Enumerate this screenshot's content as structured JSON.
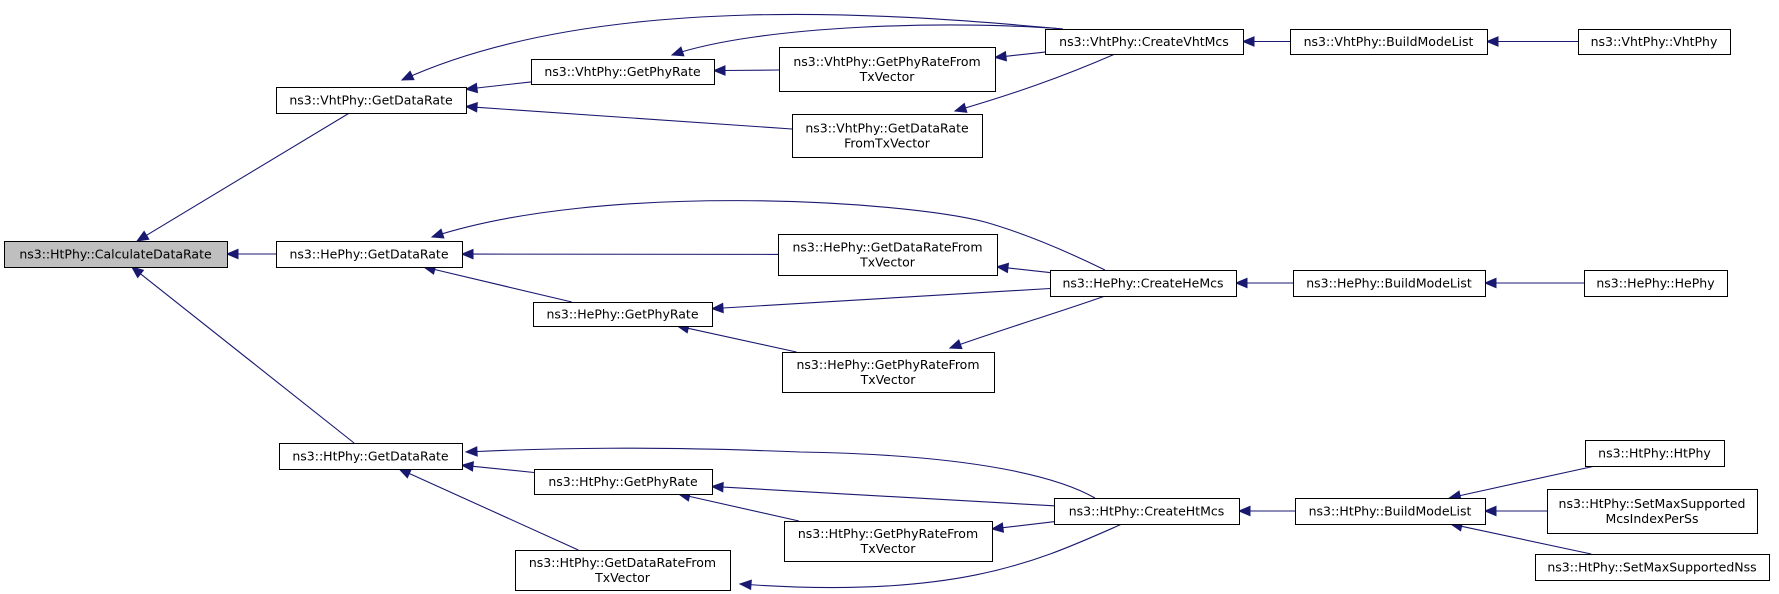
{
  "graph": {
    "nodes": [
      {
        "id": "calc",
        "lines": [
          "ns3::HtPhy::CalculateDataRate"
        ],
        "root": true
      },
      {
        "id": "vht_gdr",
        "lines": [
          "ns3::VhtPhy::GetDataRate"
        ]
      },
      {
        "id": "he_gdr",
        "lines": [
          "ns3::HePhy::GetDataRate"
        ]
      },
      {
        "id": "ht_gdr",
        "lines": [
          "ns3::HtPhy::GetDataRate"
        ]
      },
      {
        "id": "vht_gpr",
        "lines": [
          "ns3::VhtPhy::GetPhyRate"
        ]
      },
      {
        "id": "vht_gprtx",
        "lines": [
          "ns3::VhtPhy::GetPhyRateFrom",
          "TxVector"
        ]
      },
      {
        "id": "vht_gdrtx",
        "lines": [
          "ns3::VhtPhy::GetDataRate",
          "FromTxVector"
        ]
      },
      {
        "id": "vht_create",
        "lines": [
          "ns3::VhtPhy::CreateVhtMcs"
        ]
      },
      {
        "id": "vht_build",
        "lines": [
          "ns3::VhtPhy::BuildModeList"
        ]
      },
      {
        "id": "vht_ctor",
        "lines": [
          "ns3::VhtPhy::VhtPhy"
        ]
      },
      {
        "id": "he_gdrtx",
        "lines": [
          "ns3::HePhy::GetDataRateFrom",
          "TxVector"
        ]
      },
      {
        "id": "he_gpr",
        "lines": [
          "ns3::HePhy::GetPhyRate"
        ]
      },
      {
        "id": "he_gprtx",
        "lines": [
          "ns3::HePhy::GetPhyRateFrom",
          "TxVector"
        ]
      },
      {
        "id": "he_create",
        "lines": [
          "ns3::HePhy::CreateHeMcs"
        ]
      },
      {
        "id": "he_build",
        "lines": [
          "ns3::HePhy::BuildModeList"
        ]
      },
      {
        "id": "he_ctor",
        "lines": [
          "ns3::HePhy::HePhy"
        ]
      },
      {
        "id": "ht_gpr",
        "lines": [
          "ns3::HtPhy::GetPhyRate"
        ]
      },
      {
        "id": "ht_gprtx",
        "lines": [
          "ns3::HtPhy::GetPhyRateFrom",
          "TxVector"
        ]
      },
      {
        "id": "ht_gdrtx",
        "lines": [
          "ns3::HtPhy::GetDataRateFrom",
          "TxVector"
        ]
      },
      {
        "id": "ht_create",
        "lines": [
          "ns3::HtPhy::CreateHtMcs"
        ]
      },
      {
        "id": "ht_build",
        "lines": [
          "ns3::HtPhy::BuildModeList"
        ]
      },
      {
        "id": "ht_ctor",
        "lines": [
          "ns3::HtPhy::HtPhy"
        ]
      },
      {
        "id": "ht_setmcs",
        "lines": [
          "ns3::HtPhy::SetMaxSupported",
          "McsIndexPerSs"
        ]
      },
      {
        "id": "ht_setnss",
        "lines": [
          "ns3::HtPhy::SetMaxSupportedNss"
        ]
      }
    ],
    "edges": [
      {
        "from": "vht_gdr",
        "to": "calc"
      },
      {
        "from": "he_gdr",
        "to": "calc"
      },
      {
        "from": "ht_gdr",
        "to": "calc"
      },
      {
        "from": "vht_create",
        "to": "vht_gdr"
      },
      {
        "from": "vht_gpr",
        "to": "vht_gdr"
      },
      {
        "from": "vht_gdrtx",
        "to": "vht_gdr"
      },
      {
        "from": "vht_create",
        "to": "vht_gpr"
      },
      {
        "from": "vht_gprtx",
        "to": "vht_gpr"
      },
      {
        "from": "vht_create",
        "to": "vht_gprtx"
      },
      {
        "from": "vht_create",
        "to": "vht_gdrtx"
      },
      {
        "from": "vht_build",
        "to": "vht_create"
      },
      {
        "from": "vht_ctor",
        "to": "vht_build"
      },
      {
        "from": "he_create",
        "to": "he_gdr"
      },
      {
        "from": "he_gdrtx",
        "to": "he_gdr"
      },
      {
        "from": "he_gpr",
        "to": "he_gdr"
      },
      {
        "from": "he_create",
        "to": "he_gdrtx"
      },
      {
        "from": "he_create",
        "to": "he_gpr"
      },
      {
        "from": "he_gprtx",
        "to": "he_gpr"
      },
      {
        "from": "he_create",
        "to": "he_gprtx"
      },
      {
        "from": "he_build",
        "to": "he_create"
      },
      {
        "from": "he_ctor",
        "to": "he_build"
      },
      {
        "from": "ht_create",
        "to": "ht_gdr"
      },
      {
        "from": "ht_gpr",
        "to": "ht_gdr"
      },
      {
        "from": "ht_gdrtx",
        "to": "ht_gdr"
      },
      {
        "from": "ht_create",
        "to": "ht_gpr"
      },
      {
        "from": "ht_gprtx",
        "to": "ht_gpr"
      },
      {
        "from": "ht_create",
        "to": "ht_gprtx"
      },
      {
        "from": "ht_create",
        "to": "ht_gdrtx"
      },
      {
        "from": "ht_build",
        "to": "ht_create"
      },
      {
        "from": "ht_ctor",
        "to": "ht_build"
      },
      {
        "from": "ht_setmcs",
        "to": "ht_build"
      },
      {
        "from": "ht_setnss",
        "to": "ht_build"
      }
    ]
  }
}
